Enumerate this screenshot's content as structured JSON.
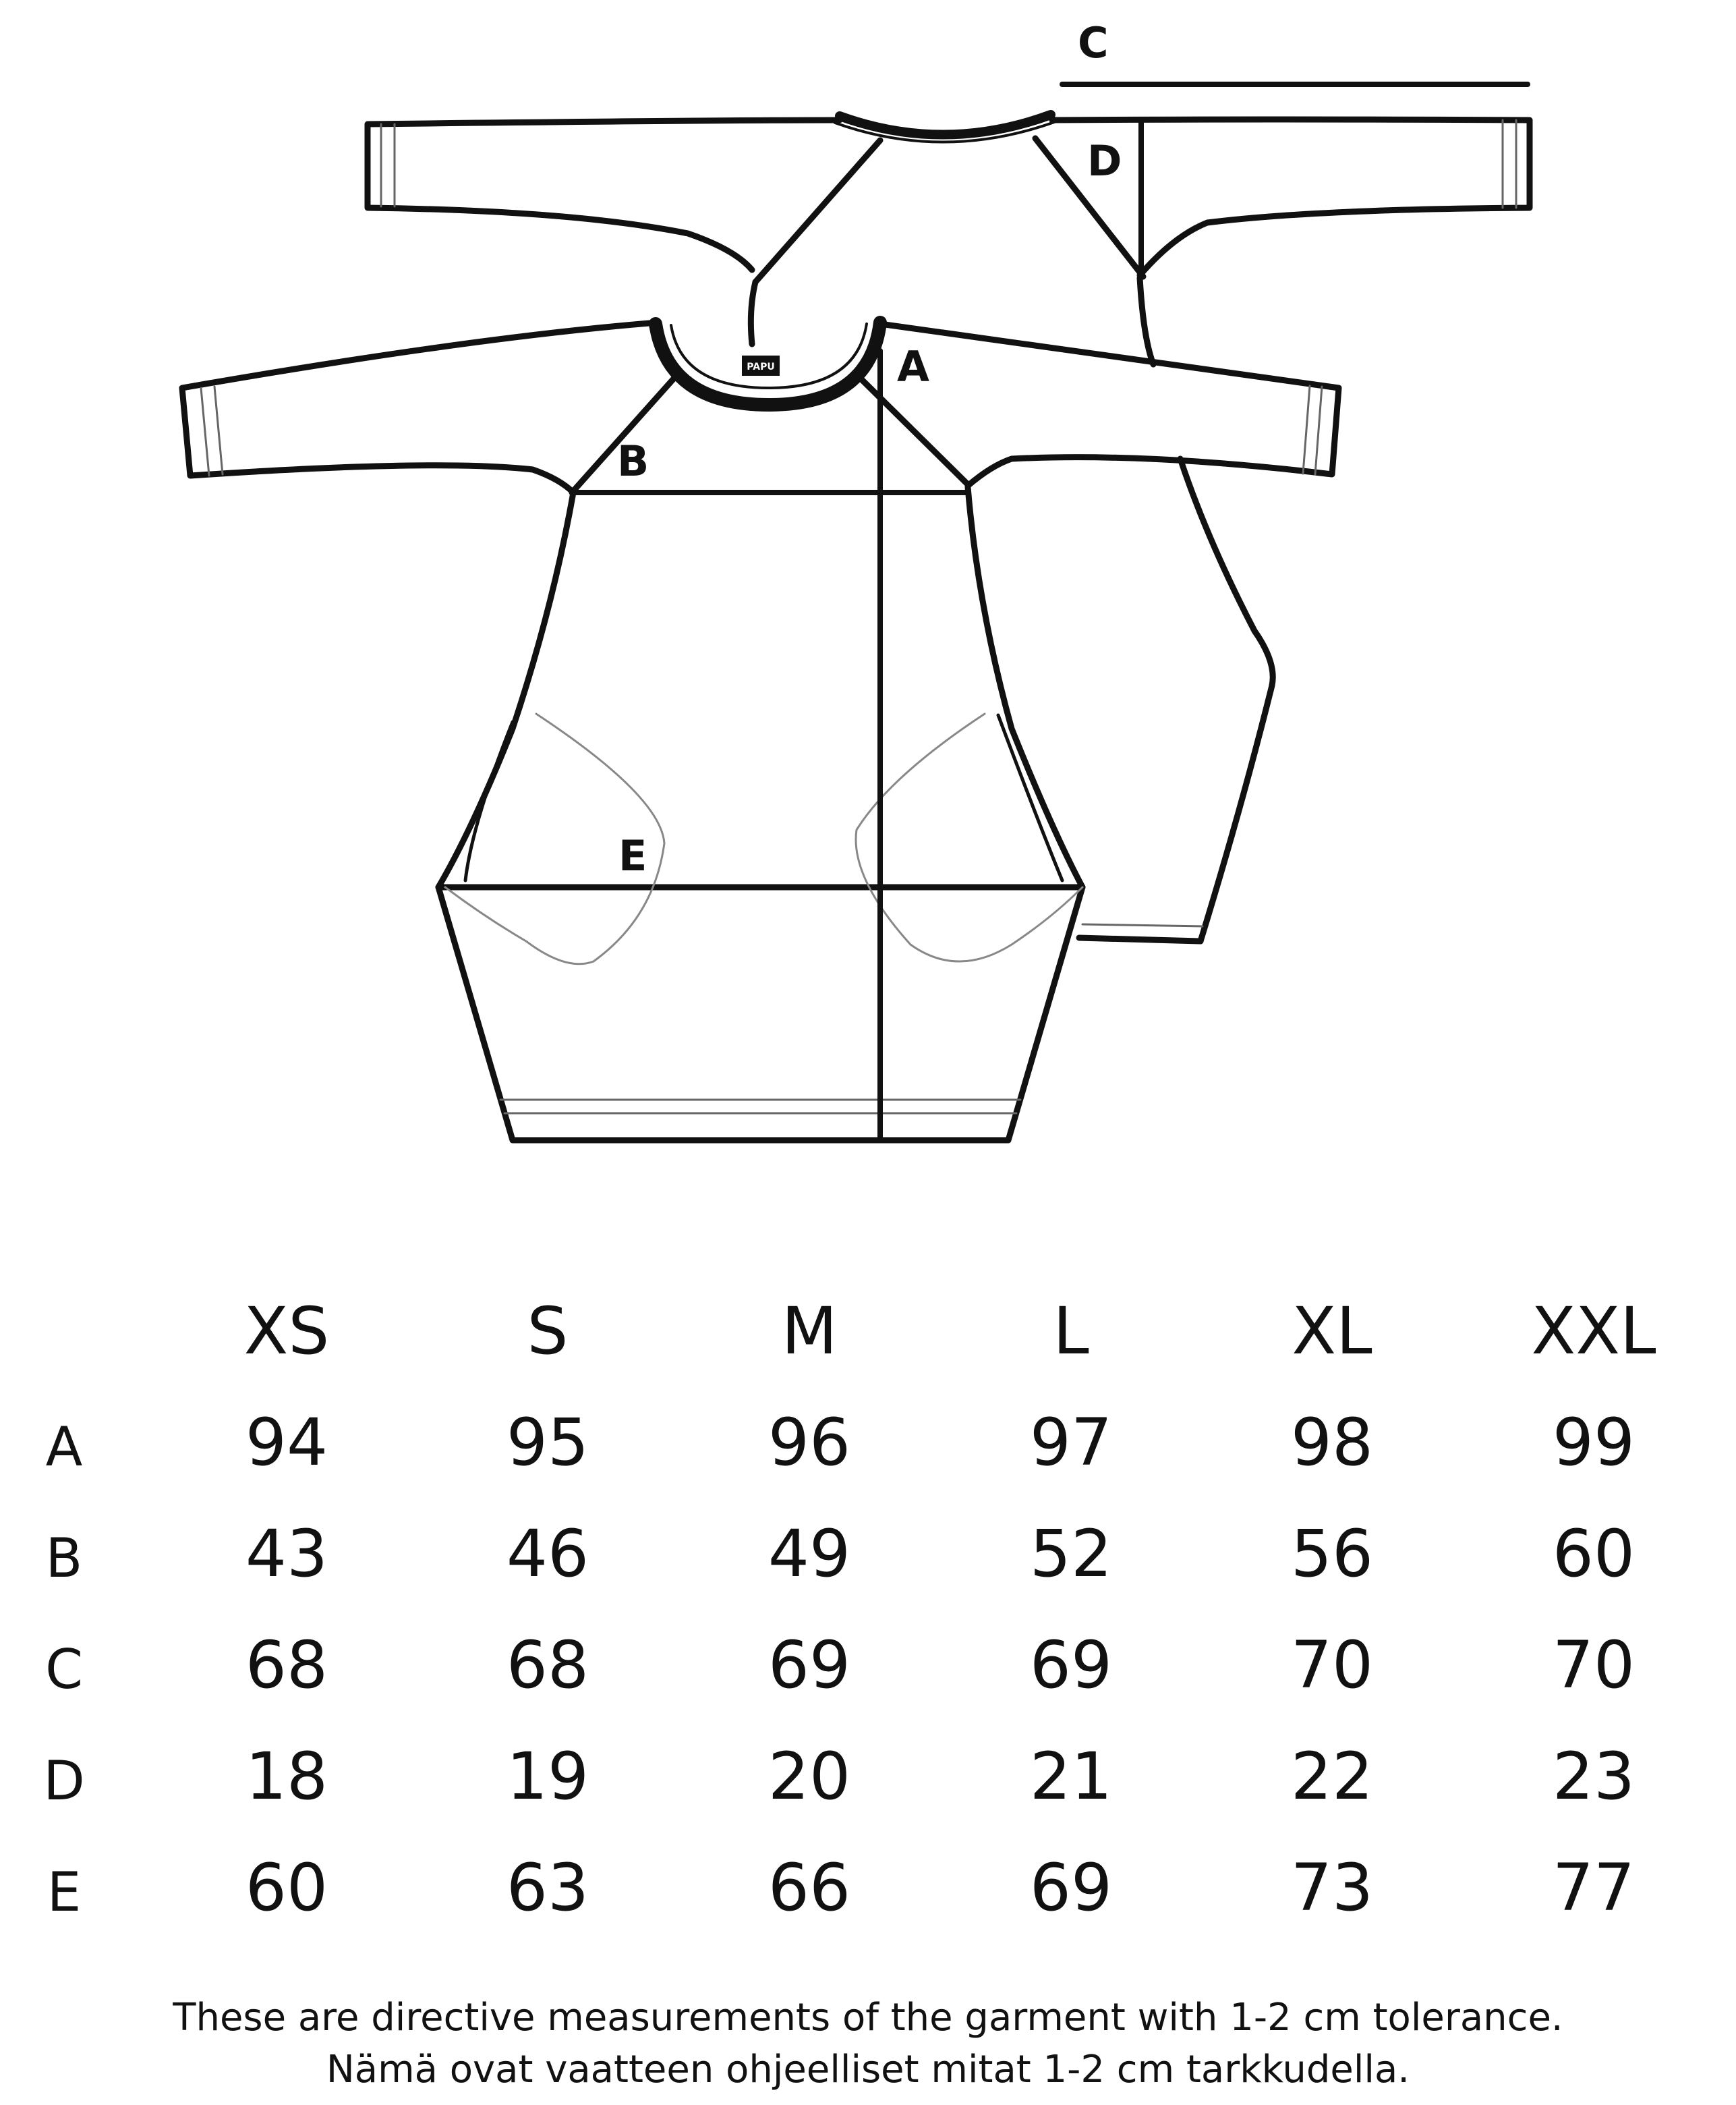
{
  "diagram": {
    "labels": {
      "a": "A",
      "b": "B",
      "c": "C",
      "d": "D",
      "e": "E"
    },
    "brand_tag": "PAPU"
  },
  "table": {
    "sizes": [
      "XS",
      "S",
      "M",
      "L",
      "XL",
      "XXL"
    ],
    "rows": [
      {
        "label": "A",
        "values": [
          "94",
          "95",
          "96",
          "97",
          "98",
          "99"
        ]
      },
      {
        "label": "B",
        "values": [
          "43",
          "46",
          "49",
          "52",
          "56",
          "60"
        ]
      },
      {
        "label": "C",
        "values": [
          "68",
          "68",
          "69",
          "69",
          "70",
          "70"
        ]
      },
      {
        "label": "D",
        "values": [
          "18",
          "19",
          "20",
          "21",
          "22",
          "23"
        ]
      },
      {
        "label": "E",
        "values": [
          "60",
          "63",
          "66",
          "69",
          "73",
          "77"
        ]
      }
    ]
  },
  "notes": {
    "english": "These are directive measurements of the garment with 1-2 cm tolerance.",
    "finnish": "Nämä ovat vaatteen ohjeelliset mitat 1-2 cm tarkkudella."
  }
}
